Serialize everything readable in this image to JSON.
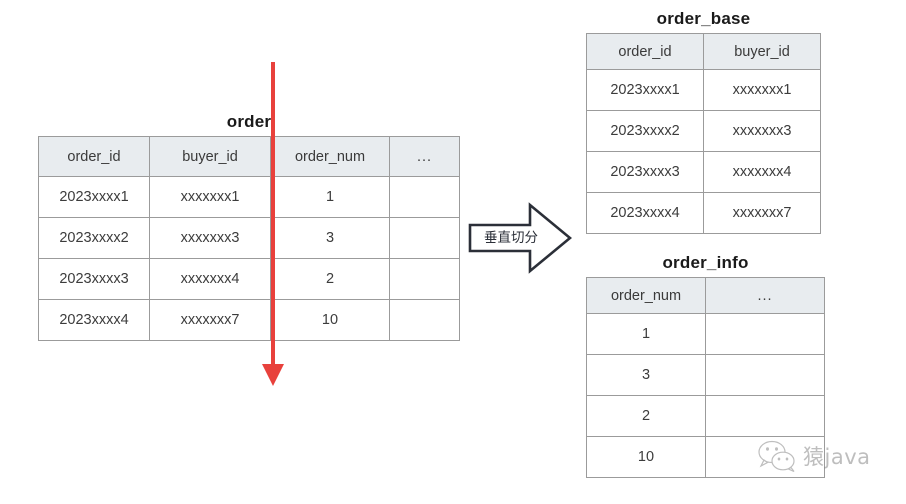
{
  "diagram": {
    "title_text": "垂直切分",
    "split_label": "垂直切分",
    "colors": {
      "split_line": "#e8413c",
      "header_bg": "#e8ecef",
      "border": "#9b9b9b",
      "arrow_outline": "#2b2f38",
      "text": "#3c3c3c"
    }
  },
  "source_table": {
    "title": "order",
    "columns": [
      "order_id",
      "buyer_id",
      "order_num",
      "..."
    ],
    "rows": [
      [
        "2023xxxx1",
        "xxxxxxx1",
        "1",
        ""
      ],
      [
        "2023xxxx2",
        "xxxxxxx3",
        "3",
        ""
      ],
      [
        "2023xxxx3",
        "xxxxxxx4",
        "2",
        ""
      ],
      [
        "2023xxxx4",
        "xxxxxxx7",
        "10",
        ""
      ]
    ]
  },
  "result_tables": [
    {
      "title": "order_base",
      "columns": [
        "order_id",
        "buyer_id"
      ],
      "rows": [
        [
          "2023xxxx1",
          "xxxxxxx1"
        ],
        [
          "2023xxxx2",
          "xxxxxxx3"
        ],
        [
          "2023xxxx3",
          "xxxxxxx4"
        ],
        [
          "2023xxxx4",
          "xxxxxxx7"
        ]
      ]
    },
    {
      "title": "order_info",
      "columns": [
        "order_num",
        "..."
      ],
      "rows": [
        [
          "1",
          ""
        ],
        [
          "3",
          ""
        ],
        [
          "2",
          ""
        ],
        [
          "10",
          ""
        ]
      ]
    }
  ],
  "watermark": {
    "text": "猿java",
    "icon": "wechat-icon"
  }
}
